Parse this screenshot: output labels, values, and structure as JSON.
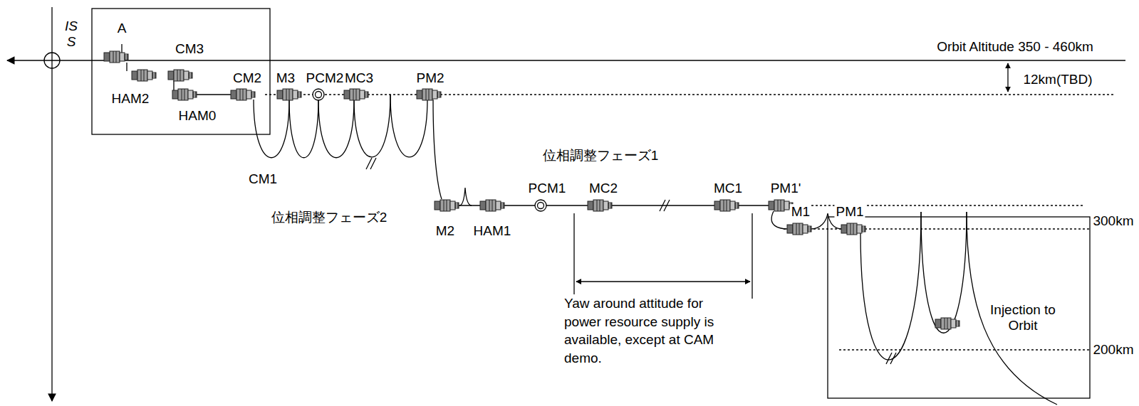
{
  "diagram": {
    "labels": [
      "IS S",
      "A",
      "CM3",
      "HAM2",
      "HAM0",
      "CM2",
      "M3",
      "PCM2",
      "MC3",
      "PM2",
      "Orbit  Altitude 350 - 460km",
      "12km(TBD)",
      "CM1",
      "位相調整フェーズ1",
      "位相調整フェーズ2",
      "M2",
      "HAM1",
      "PCM1",
      "MC2",
      "MC1",
      "PM1'",
      "M1",
      "PM1",
      "300km",
      "Injection to Orbit",
      "200km",
      "Yaw around attitude for power resource supply is available, except at CAM demo."
    ]
  }
}
